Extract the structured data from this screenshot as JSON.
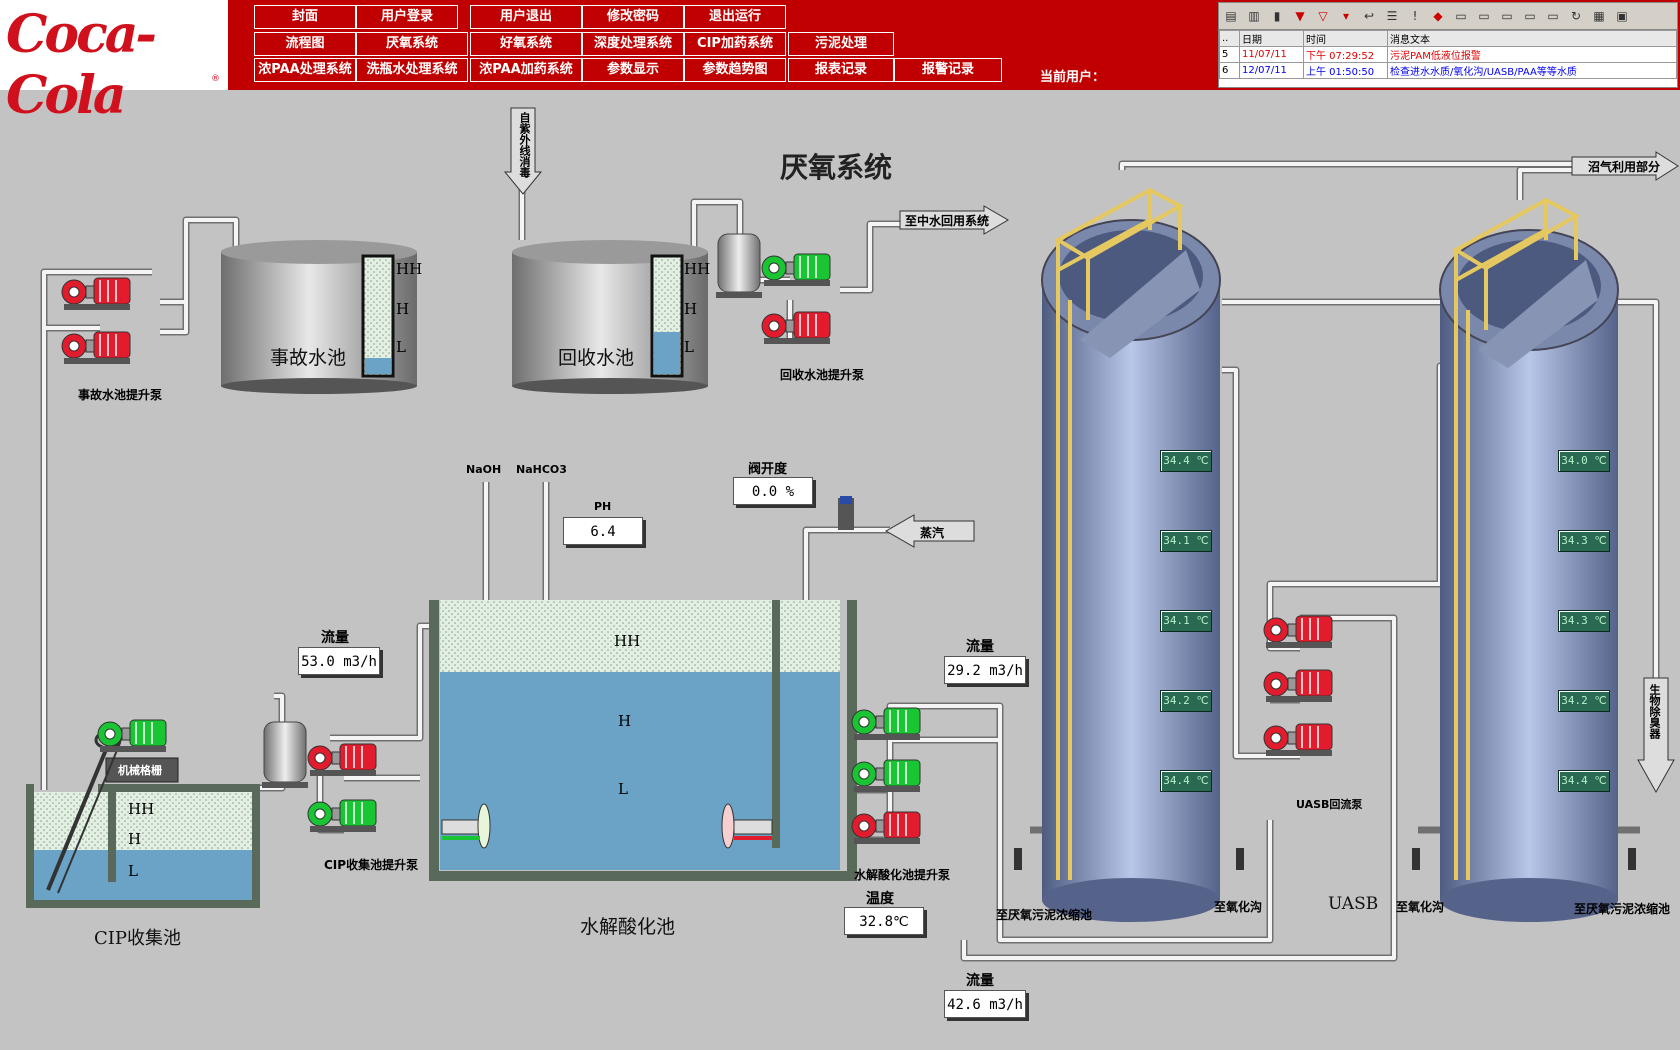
{
  "header": {
    "logo": "Coca-Cola",
    "logo_mark": "®",
    "current_user_label": "当前用户：",
    "nav": {
      "cover": "封面",
      "login": "用户登录",
      "logout": "用户退出",
      "change_password": "修改密码",
      "exit": "退出运行",
      "flowchart": "流程图",
      "anaerobic": "厌氧系统",
      "aerobic": "好氧系统",
      "deep_treatment": "深度处理系统",
      "cip_dosing": "CIP加药系统",
      "sludge": "污泥处理",
      "paa_treatment": "浓PAA处理系统",
      "bottle_wash": "洗瓶水处理系统",
      "paa_dosing": "浓PAA加药系统",
      "param_display": "参数显示",
      "param_trend": "参数趋势图",
      "report": "报表记录",
      "alarm_record": "报警记录"
    }
  },
  "alarm_panel": {
    "columns": [
      "..",
      "日期",
      "时间",
      "消息文本"
    ],
    "rows": [
      {
        "no": "5",
        "date": "11/07/11",
        "time": "下午 07:29:52",
        "text": "污泥PAM低液位报警"
      },
      {
        "no": "6",
        "date": "12/07/11",
        "time": "上午 01:50:50",
        "text": "检查进水水质/氧化沟/UASB/PAA等等水质"
      }
    ]
  },
  "process": {
    "title": "厌氧系统",
    "uv_disinfection": "自紫外线消毒",
    "to_reuse": "至中水回用系统",
    "biogas": "沼气利用部分",
    "bio_deodor": "生物除臭器",
    "steam": "蒸汽",
    "accident_pool": "事故水池",
    "accident_pump": "事故水池提升泵",
    "recovery_pool": "回收水池",
    "recovery_pump": "回收水池提升泵",
    "naoh": "NaOH",
    "nahco3": "NaHCO3",
    "ph_label": "PH",
    "ph_value": "6.4",
    "valve_label": "阀开度",
    "valve_value": "0.0  %",
    "flow_label": "流量",
    "flow_cip": "53.0 m3/h",
    "flow_hydro": "29.2 m3/h",
    "flow_uasb": "42.6 m3/h",
    "temp_label": "温度",
    "temp_value": "32.8℃",
    "screen": "机械格栅",
    "cip_pool": "CIP收集池",
    "cip_pump": "CIP收集池提升泵",
    "hydro_pool": "水解酸化池",
    "hydro_pump": "水解酸化池提升泵",
    "uasb_pump": "UASB回流泵",
    "uasb": "UASB",
    "to_sludge_1": "至厌氧污泥浓缩池",
    "to_oxidation_1": "至氧化沟",
    "to_oxidation_2": "至氧化沟",
    "to_sludge_2": "至厌氧污泥浓缩池",
    "level_hh": "HH",
    "level_h": "H",
    "level_l": "L",
    "uasb1_temps": [
      "34.4 ℃",
      "34.1 ℃",
      "34.1 ℃",
      "34.2 ℃",
      "34.4 ℃"
    ],
    "uasb2_temps": [
      "34.0 ℃",
      "34.3 ℃",
      "34.3 ℃",
      "34.2 ℃",
      "34.4 ℃"
    ],
    "levels": {
      "accident": 0.15,
      "recovery": 0.35,
      "hydro": 0.75,
      "cip": 0.45
    }
  },
  "colors": {
    "header": "#c00000",
    "pump_red": "#e21c2c",
    "pump_green": "#19c532",
    "water": "#6aa3c6",
    "pipe": "#f0f0f0"
  }
}
